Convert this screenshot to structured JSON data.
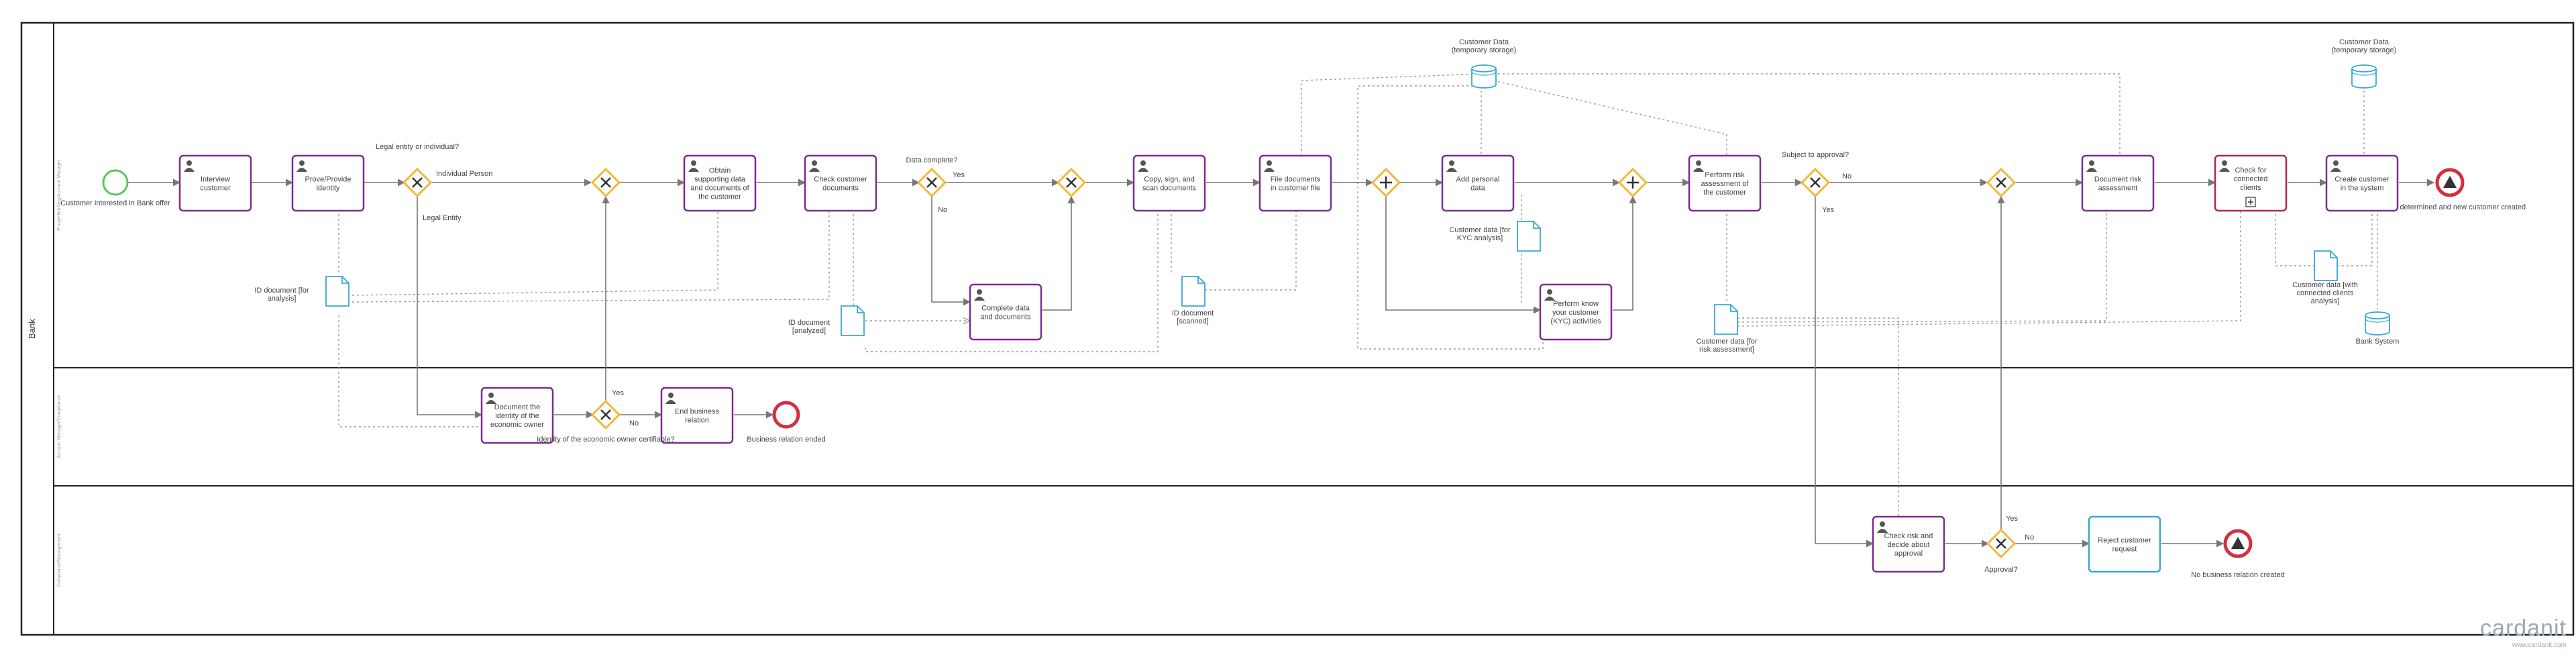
{
  "diagram": {
    "pool_label": "Bank",
    "lanes": [
      {
        "id": "lane1",
        "label": "Private Banking/Account Manager"
      },
      {
        "id": "lane2",
        "label": "Account Manager/Compliance"
      },
      {
        "id": "lane3",
        "label": "Compliance/Management"
      }
    ],
    "tasks": [
      {
        "id": "t_interview",
        "label": "Interview customer",
        "lane": "lane1",
        "color": "#7b2d8e"
      },
      {
        "id": "t_prove",
        "label": "Prove/Provide identity",
        "lane": "lane1",
        "color": "#7b2d8e"
      },
      {
        "id": "t_obtain",
        "label": "Obtain supporting data and documents of the customer",
        "lane": "lane1",
        "color": "#7b2d8e"
      },
      {
        "id": "t_check_docs",
        "label": "Check customer documents",
        "lane": "lane1",
        "color": "#7b2d8e"
      },
      {
        "id": "t_complete",
        "label": "Complete data and documents",
        "lane": "lane1",
        "color": "#7b2d8e"
      },
      {
        "id": "t_copy",
        "label": "Copy, sign, and scan documents",
        "lane": "lane1",
        "color": "#7b2d8e"
      },
      {
        "id": "t_file",
        "label": "File documents in customer file",
        "lane": "lane1",
        "color": "#7b2d8e"
      },
      {
        "id": "t_addpersonal",
        "label": "Add personal data",
        "lane": "lane1",
        "color": "#7b2d8e"
      },
      {
        "id": "t_kyc",
        "label": "Perform know your customer (KYC) activities",
        "lane": "lane1",
        "color": "#7b2d8e"
      },
      {
        "id": "t_risk",
        "label": "Perform risk assessment of the customer",
        "lane": "lane1",
        "color": "#7b2d8e"
      },
      {
        "id": "t_docrisk",
        "label": "Document risk assessment",
        "lane": "lane1",
        "color": "#7b2d8e"
      },
      {
        "id": "t_checkconn",
        "label": "Check for connected clients",
        "lane": "lane1",
        "color": "#b0284a"
      },
      {
        "id": "t_create",
        "label": "Create customer in the system",
        "lane": "lane1",
        "color": "#7b2d8e"
      },
      {
        "id": "t_docowner",
        "label": "Document the identity of the economic owner",
        "lane": "lane2",
        "color": "#7b2d8e"
      },
      {
        "id": "t_end",
        "label": "End business relation",
        "lane": "lane2",
        "color": "#7b2d8e"
      },
      {
        "id": "t_checkrisk",
        "label": "Check risk and decide about approval",
        "lane": "lane3",
        "color": "#7b2d8e"
      },
      {
        "id": "t_reject",
        "label": "Reject customer request",
        "lane": "lane3",
        "color": "#3aa7d6"
      }
    ],
    "events": [
      {
        "id": "e_start",
        "label": "Customer interested in Bank offer",
        "type": "start"
      },
      {
        "id": "e_identity",
        "label": "Identity determined and new customer created",
        "type": "end-signal"
      },
      {
        "id": "e_relation_ended",
        "label": "Business relation ended",
        "type": "end"
      },
      {
        "id": "e_no_relation",
        "label": "No business relation created",
        "type": "end-signal"
      }
    ],
    "gateways": [
      {
        "id": "g_legal",
        "label": "Legal entity or individual?",
        "type": "exclusive"
      },
      {
        "id": "g_merge1",
        "label": "",
        "type": "exclusive"
      },
      {
        "id": "g_datacomplete",
        "label": "Data complete?",
        "type": "exclusive"
      },
      {
        "id": "g_merge2",
        "label": "",
        "type": "exclusive"
      },
      {
        "id": "g_par_split",
        "label": "",
        "type": "parallel"
      },
      {
        "id": "g_par_join",
        "label": "",
        "type": "parallel"
      },
      {
        "id": "g_subject",
        "label": "Subject to approval?",
        "type": "exclusive"
      },
      {
        "id": "g_merge3",
        "label": "",
        "type": "exclusive"
      },
      {
        "id": "g_certifiable",
        "label": "Identity of the economic owner certifiable?",
        "type": "exclusive"
      },
      {
        "id": "g_approval",
        "label": "Approval?",
        "type": "exclusive"
      }
    ],
    "flow_labels": {
      "individual": "Individual Person",
      "legal": "Legal Entity",
      "yes": "Yes",
      "no": "No"
    },
    "data_objects": [
      {
        "id": "d_id_analysis",
        "label": "ID document [for analysis]"
      },
      {
        "id": "d_id_analyzed",
        "label": "ID document [analyzed]"
      },
      {
        "id": "d_id_scanned",
        "label": "ID document [scanned]"
      },
      {
        "id": "d_kyc",
        "label": "Customer data [for KYC analysis]"
      },
      {
        "id": "d_risk",
        "label": "Customer data [for risk assessment]"
      },
      {
        "id": "d_connected",
        "label": "Customer data [with connected clients analysis]"
      }
    ],
    "data_stores": [
      {
        "id": "s_temp1",
        "label": "Customer Data (temporary storage)"
      },
      {
        "id": "s_temp2",
        "label": "Customer Data (temporary storage)"
      },
      {
        "id": "s_bank",
        "label": "Bank System"
      }
    ],
    "colors": {
      "task_border": "#7b2d8e",
      "task_alt_border": "#b0284a",
      "reject_border": "#3aa7d6",
      "gateway": "#f2b83a",
      "start_event": "#5cc45c",
      "end_event": "#d32f3f",
      "data_object": "#3aa7d6",
      "flow": "#777777",
      "lane_line": "#222222"
    }
  },
  "watermark": {
    "logo": "cardanit",
    "url": "www.cardanit.com"
  }
}
